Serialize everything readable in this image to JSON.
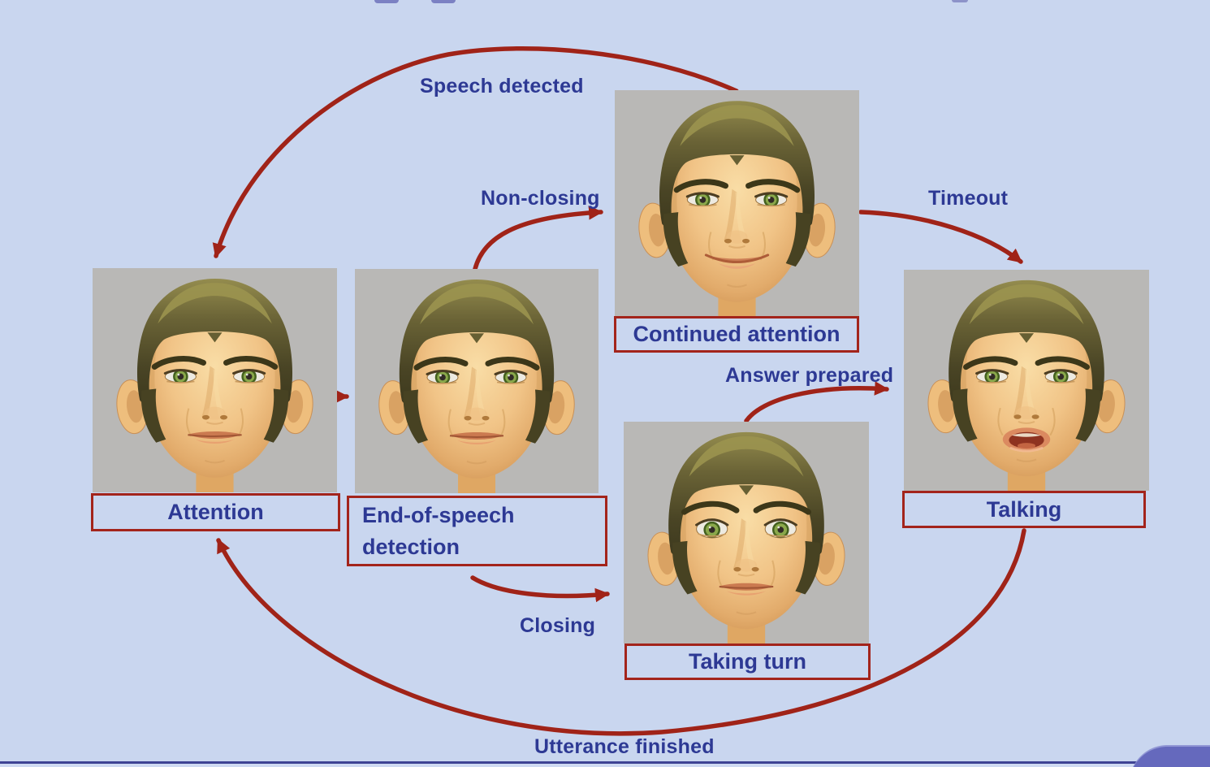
{
  "diagram": {
    "states": [
      {
        "id": "attention",
        "label": "Attention",
        "expression": "neutral"
      },
      {
        "id": "end-of-speech-detection",
        "label": "End-of-speech detection",
        "label_lines": [
          "End-of-speech",
          "detection"
        ],
        "expression": "neutral"
      },
      {
        "id": "continued-attention",
        "label": "Continued attention",
        "expression": "smiling"
      },
      {
        "id": "taking-turn",
        "label": "Taking turn",
        "expression": "wide-eyed"
      },
      {
        "id": "talking",
        "label": "Talking",
        "expression": "talking"
      }
    ],
    "transitions": [
      {
        "id": "attention-to-end-of-speech",
        "from": "attention",
        "to": "end-of-speech-detection",
        "label": ""
      },
      {
        "id": "speech-detected",
        "from": "continued-attention",
        "to": "attention",
        "label": "Speech detected"
      },
      {
        "id": "non-closing",
        "from": "end-of-speech-detection",
        "to": "continued-attention",
        "label": "Non-closing"
      },
      {
        "id": "timeout",
        "from": "continued-attention",
        "to": "talking",
        "label": "Timeout"
      },
      {
        "id": "answer-prepared",
        "from": "taking-turn",
        "to": "talking",
        "label": "Answer prepared"
      },
      {
        "id": "closing",
        "from": "end-of-speech-detection",
        "to": "taking-turn",
        "label": "Closing"
      },
      {
        "id": "utterance-finished",
        "from": "talking",
        "to": "attention",
        "label": "Utterance finished"
      }
    ],
    "colors": {
      "background": "#c9d6ef",
      "label_text": "#2d3994",
      "arrow": "#a02318",
      "box_border": "#a3241b",
      "box_background": "#c9d6ef",
      "face_background": "#b9b8b6",
      "bottom_rule": "#3e4394",
      "corner_swoosh": "#6569bd"
    },
    "face_palette": {
      "skin": "#f1c487",
      "hair": "#5a5430",
      "eyes": "#8aa84b",
      "lips": "#cb7a50"
    }
  }
}
